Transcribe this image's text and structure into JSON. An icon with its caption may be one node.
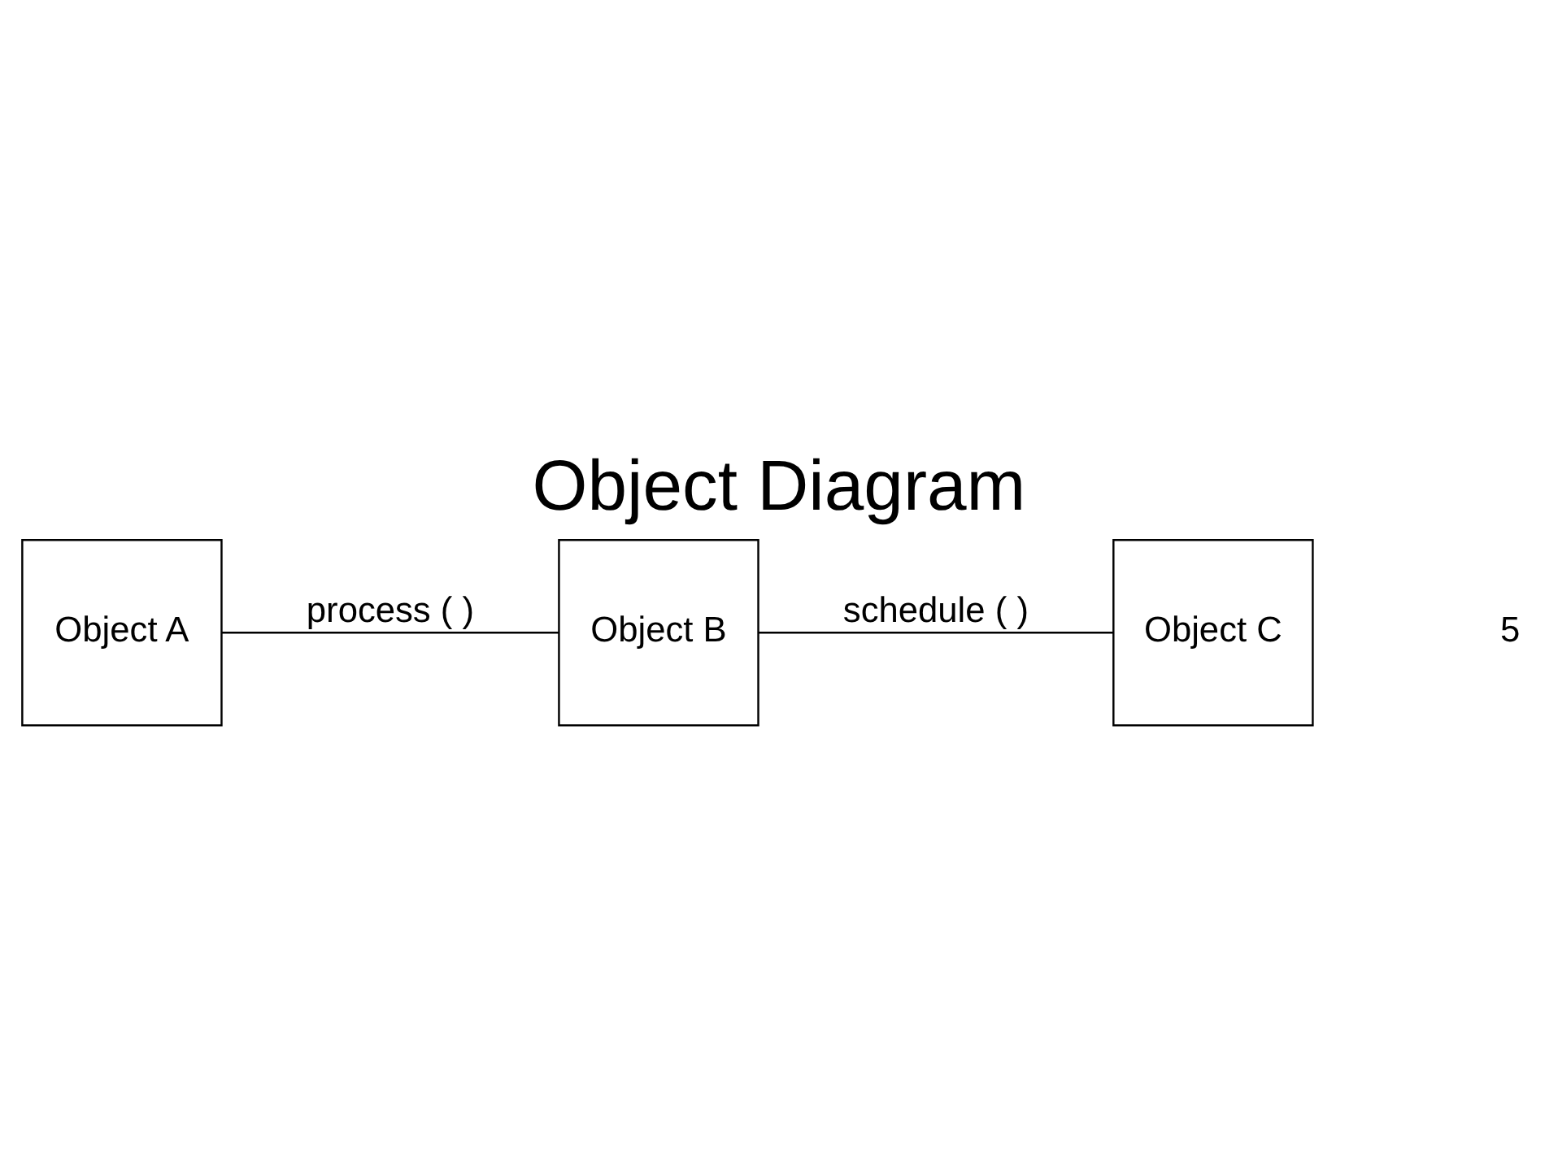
{
  "diagram": {
    "title": "Object Diagram",
    "nodes": [
      {
        "text": [
          "Object A"
        ]
      },
      {
        "text": [
          "Object B"
        ]
      },
      {
        "text": [
          "Object C"
        ]
      }
    ],
    "edges": [
      {
        "from": 0,
        "to": 1,
        "arrow": "none",
        "label": "process ( )"
      },
      {
        "from": 1,
        "to": 2,
        "arrow": "none",
        "label": "schedule ( )"
      }
    ],
    "labels": [
      "5"
    ]
  }
}
